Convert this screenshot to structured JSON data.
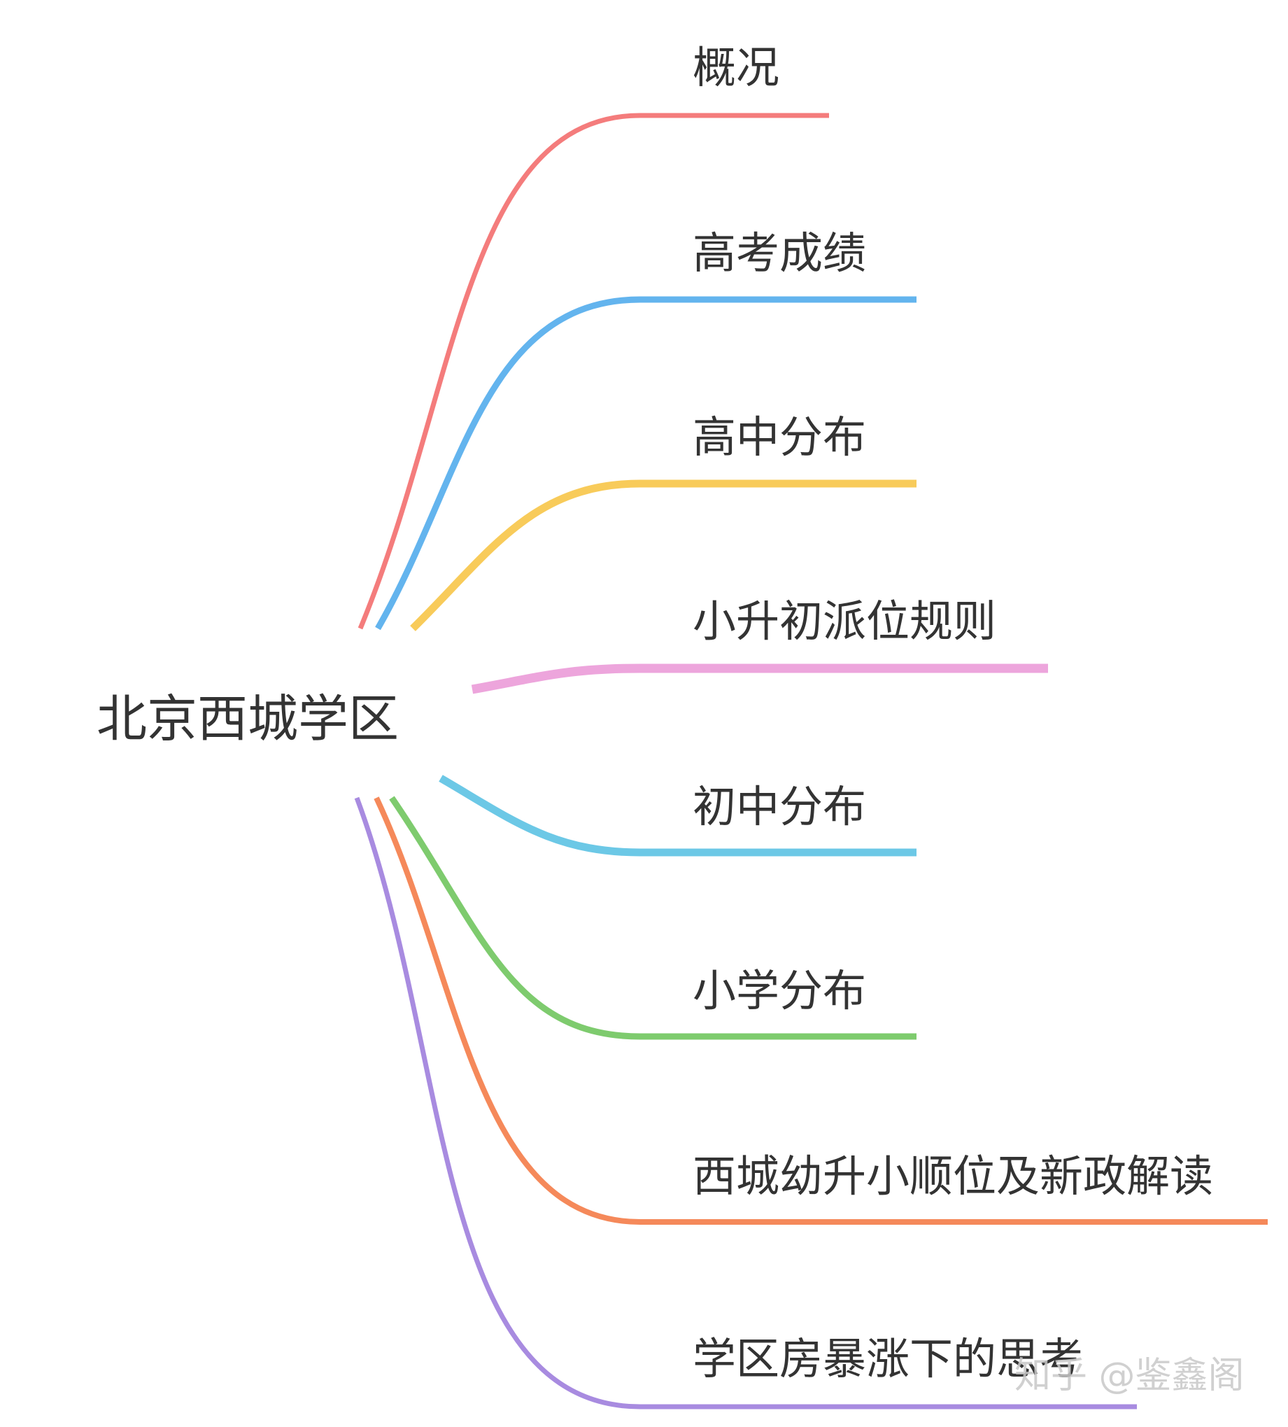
{
  "root": {
    "label": "北京西城学区"
  },
  "branches": [
    {
      "label": "概况",
      "color": "#F47C7C"
    },
    {
      "label": "高考成绩",
      "color": "#63B4EE"
    },
    {
      "label": "高中分布",
      "color": "#F8CB5A"
    },
    {
      "label": "小升初派位规则",
      "color": "#EDA5DC"
    },
    {
      "label": "初中分布",
      "color": "#6CC8E6"
    },
    {
      "label": "小学分布",
      "color": "#7ECB6E"
    },
    {
      "label": "西城幼升小顺位及新政解读",
      "color": "#F5895A"
    },
    {
      "label": "学区房暴涨下的思考",
      "color": "#A88BE0"
    }
  ],
  "watermark": {
    "label": "知乎 @鉴鑫阁"
  }
}
